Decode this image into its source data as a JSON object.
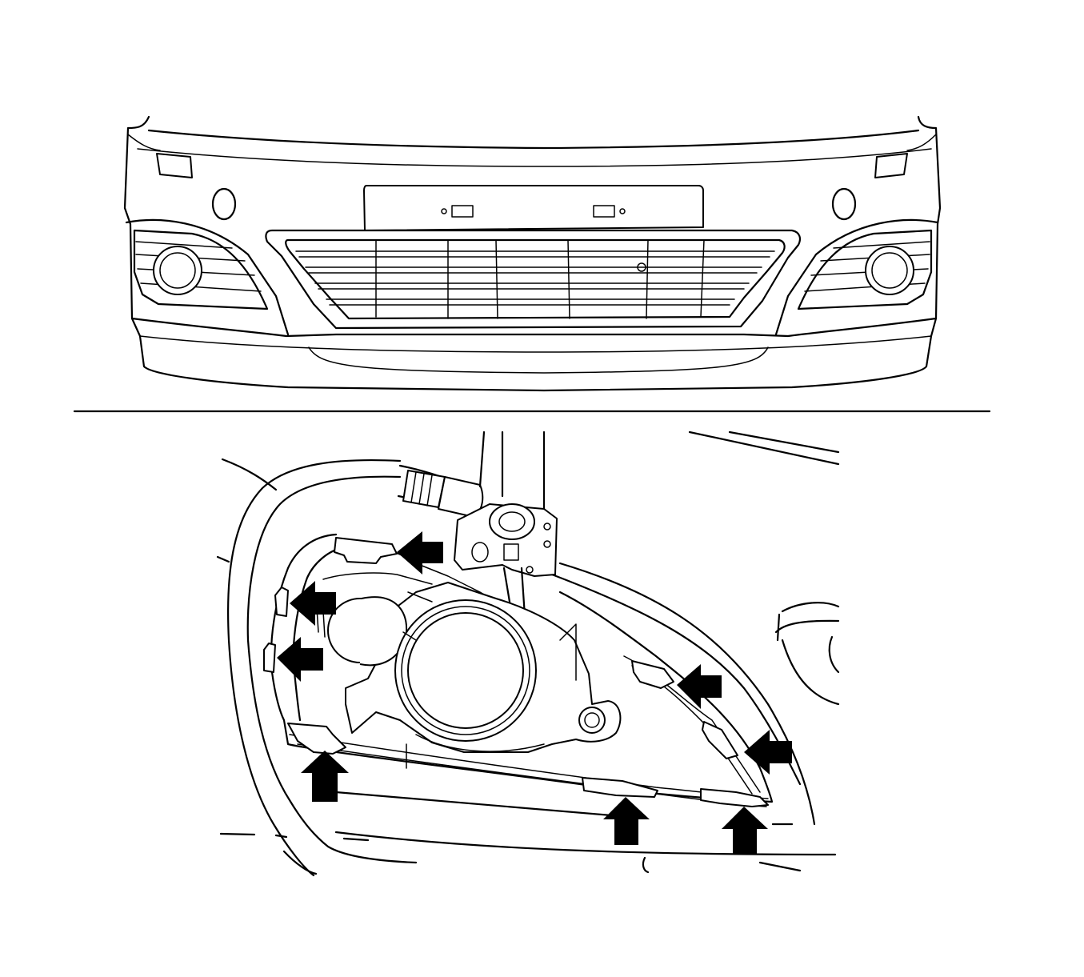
{
  "figure": {
    "panels": [
      {
        "view": "front-bumper-overview"
      },
      {
        "view": "fog-lamp-bezel-detail"
      }
    ],
    "callouts": {
      "type": "retaining-clip-arrow",
      "count": 8,
      "color": "#000000"
    },
    "colors": {
      "line": "#000000",
      "background": "#ffffff"
    }
  }
}
